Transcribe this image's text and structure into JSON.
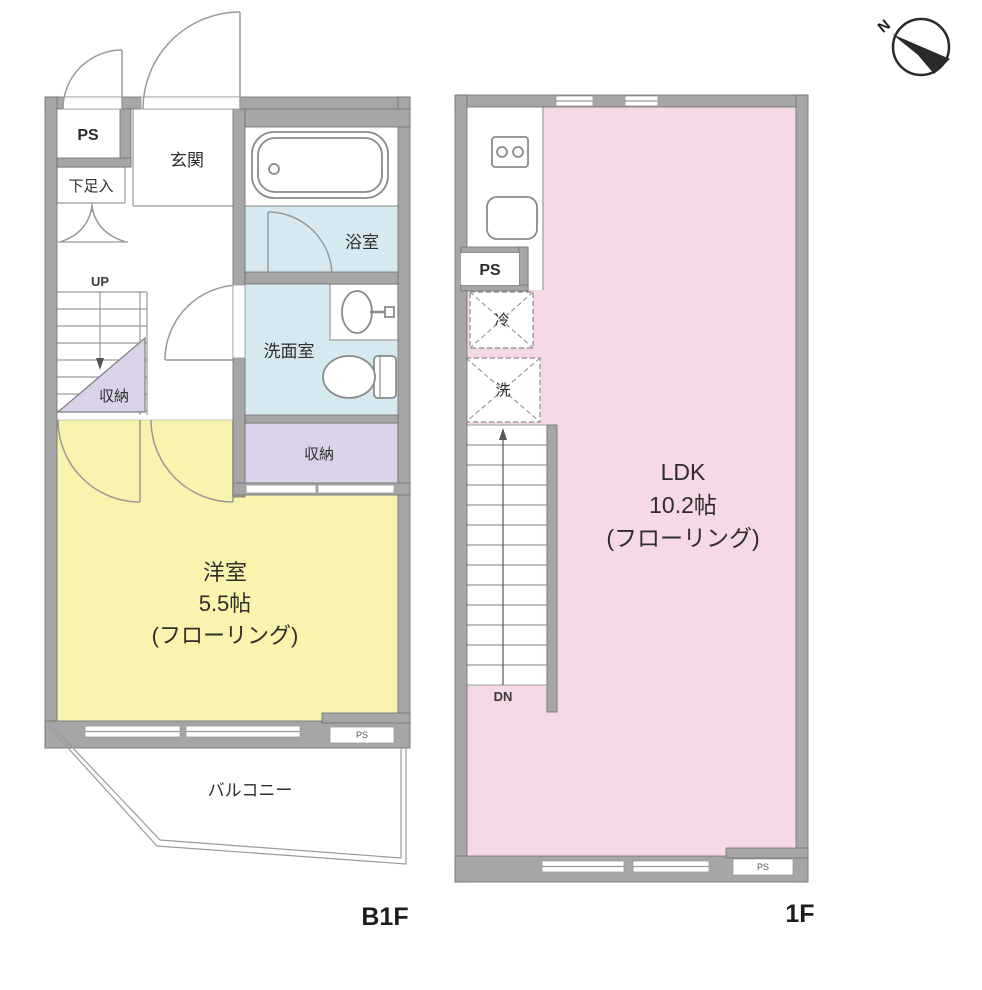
{
  "colors": {
    "wall": "#a6a6a6",
    "room_yellow": "#f8f4ad",
    "room_pink": "#f6d9e6",
    "room_blue": "#d6e9f0",
    "room_purple": "#d9d2e8",
    "white": "#ffffff",
    "needle": "#2a2a2a"
  },
  "compass": {
    "north_label": "N"
  },
  "b1f": {
    "floor_label": "B1F",
    "labels": {
      "ps": "PS",
      "entrance": "玄関",
      "shoe_box": "下足入",
      "up": "UP",
      "stair_storage": "収納",
      "bathroom": "浴室",
      "washroom": "洗面室",
      "closet": "収納",
      "room_name": "洋室",
      "room_size": "5.5帖",
      "room_floor": "(フローリング)",
      "balcony": "バルコニー",
      "ps_small": "PS"
    }
  },
  "f1": {
    "floor_label": "1F",
    "labels": {
      "ps": "PS",
      "fridge": "冷",
      "washer": "洗",
      "dn": "DN",
      "ldk_name": "LDK",
      "ldk_size": "10.2帖",
      "ldk_floor": "(フローリング)",
      "ps_small": "PS"
    }
  }
}
